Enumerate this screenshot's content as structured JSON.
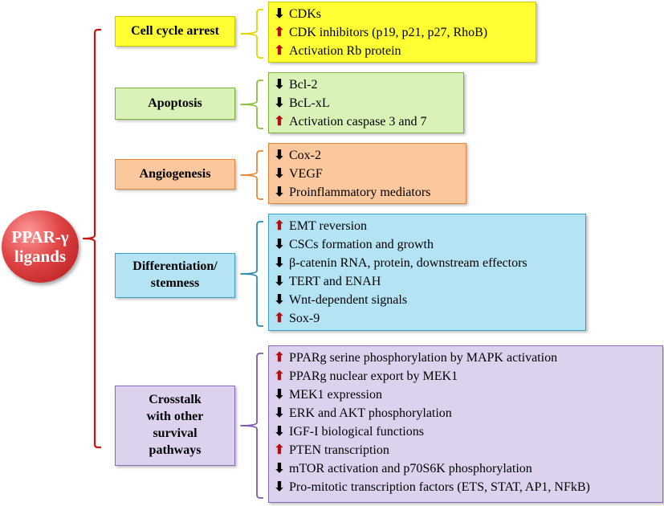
{
  "hub": {
    "label": "PPAR-γ\nligands"
  },
  "colors": {
    "hub": "#d63333",
    "main_brace": "#cc1111",
    "up_arrow": "#b01010",
    "down_arrow": "#000000"
  },
  "groups": [
    {
      "category": "Cell cycle arrest",
      "fill": "#ffff33",
      "border": "#c9c900",
      "brace": "#e6d500",
      "items": [
        {
          "dir": "down",
          "text": "CDKs"
        },
        {
          "dir": "up",
          "text": "CDK inhibitors (p19, p21, p27, RhoB)"
        },
        {
          "dir": "up",
          "text": "Activation Rb protein"
        }
      ]
    },
    {
      "category": "Apoptosis",
      "fill": "#d9f2b8",
      "border": "#7fae3a",
      "brace": "#8fbf3f",
      "items": [
        {
          "dir": "down",
          "text": "Bcl-2"
        },
        {
          "dir": "down",
          "text": "BcL-xL"
        },
        {
          "dir": "up",
          "text": "Activation caspase 3 and 7"
        }
      ]
    },
    {
      "category": "Angiogenesis",
      "fill": "#fbc79c",
      "border": "#e0843a",
      "brace": "#e8893a",
      "items": [
        {
          "dir": "down",
          "text": "Cox-2"
        },
        {
          "dir": "down",
          "text": "VEGF"
        },
        {
          "dir": "down",
          "text": "Proinflammatory mediators"
        }
      ]
    },
    {
      "category": "Differentiation/\nstemness",
      "fill": "#b4e4f4",
      "border": "#3c9fc4",
      "brace": "#2f8ca8",
      "items": [
        {
          "dir": "up",
          "text": "EMT reversion"
        },
        {
          "dir": "down",
          "text": "CSCs formation and growth"
        },
        {
          "dir": "down",
          "text": "β-catenin RNA, protein, downstream effectors"
        },
        {
          "dir": "down",
          "text": "TERT and ENAH"
        },
        {
          "dir": "down",
          "text": "Wnt-dependent signals"
        },
        {
          "dir": "up",
          "text": "Sox-9"
        }
      ]
    },
    {
      "category": "Crosstalk\nwith other\nsurvival\npathways",
      "fill": "#ddd2ee",
      "border": "#8669b8",
      "brace": "#7a5aad",
      "items": [
        {
          "dir": "up",
          "text": "PPARg serine phosphorylation by MAPK activation"
        },
        {
          "dir": "up",
          "text": "PPARg nuclear export by MEK1"
        },
        {
          "dir": "down",
          "text": "MEK1 expression"
        },
        {
          "dir": "down",
          "text": "ERK and AKT phosphorylation"
        },
        {
          "dir": "down",
          "text": "IGF-I biological functions"
        },
        {
          "dir": "up",
          "text": "PTEN transcription"
        },
        {
          "dir": "down",
          "text": "mTOR activation and p70S6K phosphorylation"
        },
        {
          "dir": "down",
          "text": "Pro-mitotic transcription factors (ETS, STAT, AP1, NFkB)"
        }
      ]
    }
  ]
}
